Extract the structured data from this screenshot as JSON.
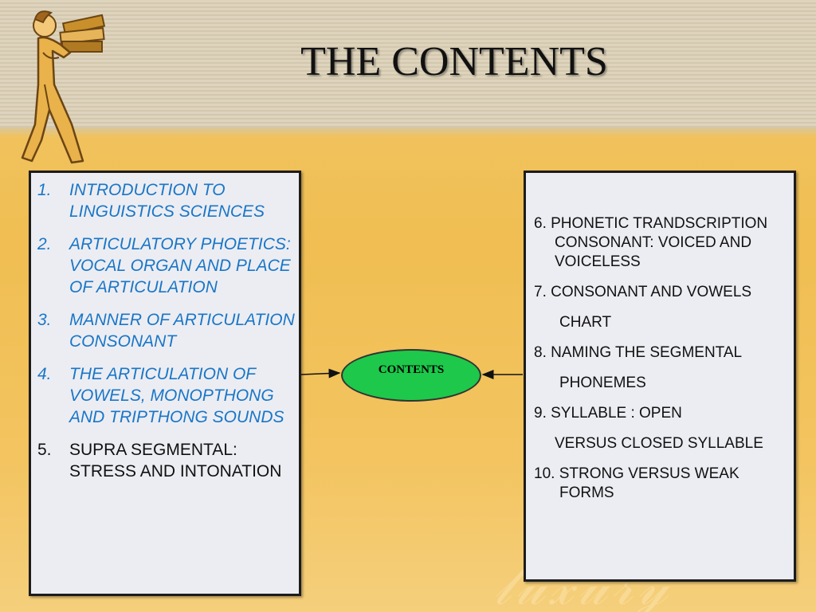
{
  "title": "THE CONTENTS",
  "center_node": {
    "label": "CONTENTS",
    "fill": "#1ec84a"
  },
  "left_items": [
    {
      "num": "1.",
      "text": "INTRODUCTION TO LINGUISTICS SCIENCES",
      "color": "#1976c8"
    },
    {
      "num": "2.",
      "text": "ARTICULATORY PHOETICS: VOCAL ORGAN AND PLACE OF ARTICULATION",
      "color": "#1976c8"
    },
    {
      "num": "3.",
      "text": "MANNER OF ARTICULATION CONSONANT",
      "color": "#1976c8"
    },
    {
      "num": "4.",
      "text": "THE ARTICULATION OF VOWELS, MONOPTHONG AND TRIPTHONG SOUNDS",
      "color": "#1976c8"
    },
    {
      "num": "5.",
      "text": "SUPRA SEGMENTAL: STRESS AND INTONATION",
      "color": "#111111"
    }
  ],
  "right_items": [
    {
      "line1": "6.  PHONETIC TRANDSCRIPTION",
      "line2": "CONSONANT: VOICED AND",
      "line3": "VOICELESS"
    },
    {
      "line1": "7.  CONSONANT AND VOWELS",
      "line2": "CHART"
    },
    {
      "line1": "8. NAMING THE SEGMENTAL",
      "line2": "PHONEMES"
    },
    {
      "line1": "9.  SYLLABLE : OPEN",
      "line2": "VERSUS CLOSED SYLLABLE"
    },
    {
      "line1": "10.  STRONG VERSUS WEAK",
      "line2": "FORMS"
    }
  ]
}
